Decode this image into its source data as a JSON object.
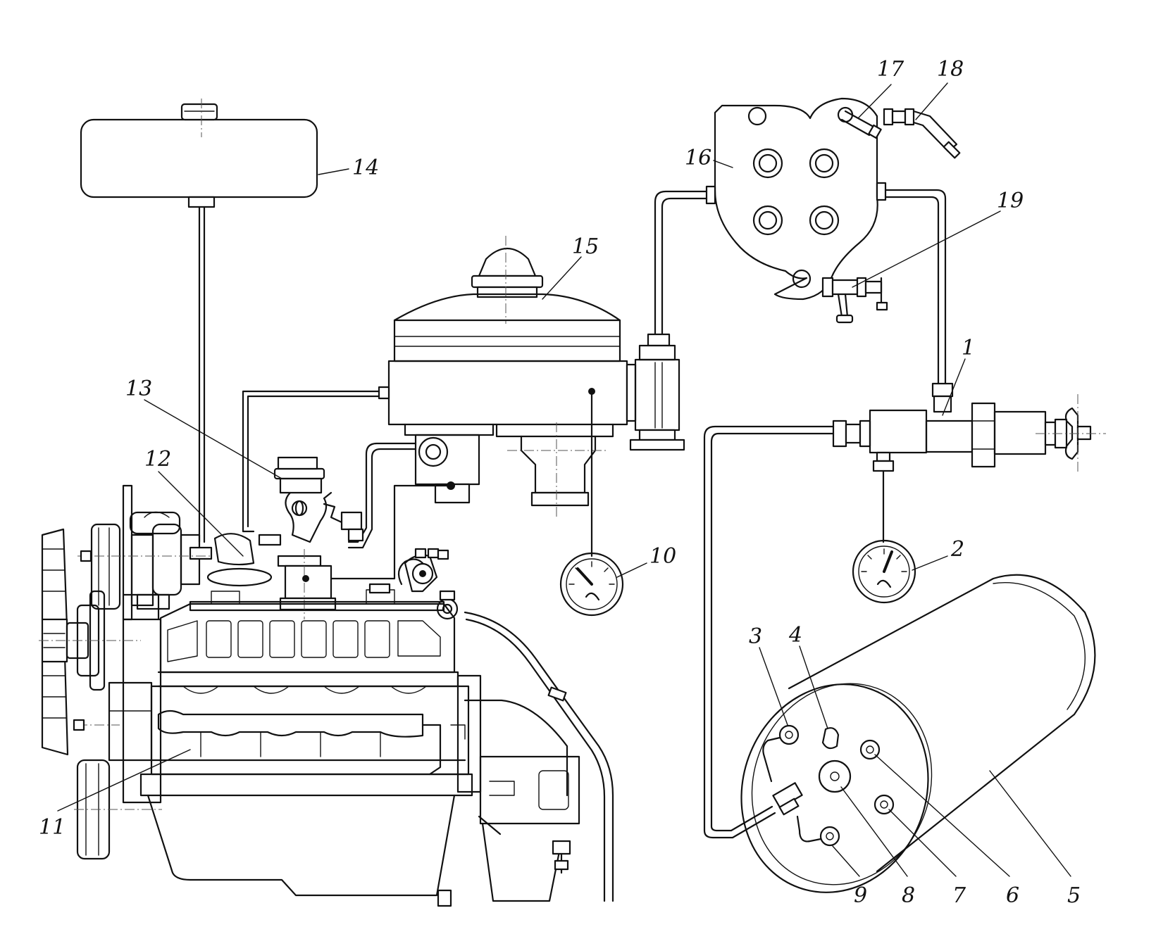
{
  "callouts": [
    {
      "key": "c1",
      "text": "1"
    },
    {
      "key": "c2",
      "text": "2"
    },
    {
      "key": "c3",
      "text": "3"
    },
    {
      "key": "c4",
      "text": "4"
    },
    {
      "key": "c5",
      "text": "5"
    },
    {
      "key": "c6",
      "text": "6"
    },
    {
      "key": "c7",
      "text": "7"
    },
    {
      "key": "c8",
      "text": "8"
    },
    {
      "key": "c9",
      "text": "9"
    },
    {
      "key": "c10",
      "text": "10"
    },
    {
      "key": "c11",
      "text": "11"
    },
    {
      "key": "c12",
      "text": "12"
    },
    {
      "key": "c13",
      "text": "13"
    },
    {
      "key": "c14",
      "text": "14"
    },
    {
      "key": "c15",
      "text": "15"
    },
    {
      "key": "c16",
      "text": "16"
    },
    {
      "key": "c17",
      "text": "17"
    },
    {
      "key": "c18",
      "text": "18"
    },
    {
      "key": "c19",
      "text": "19"
    }
  ]
}
